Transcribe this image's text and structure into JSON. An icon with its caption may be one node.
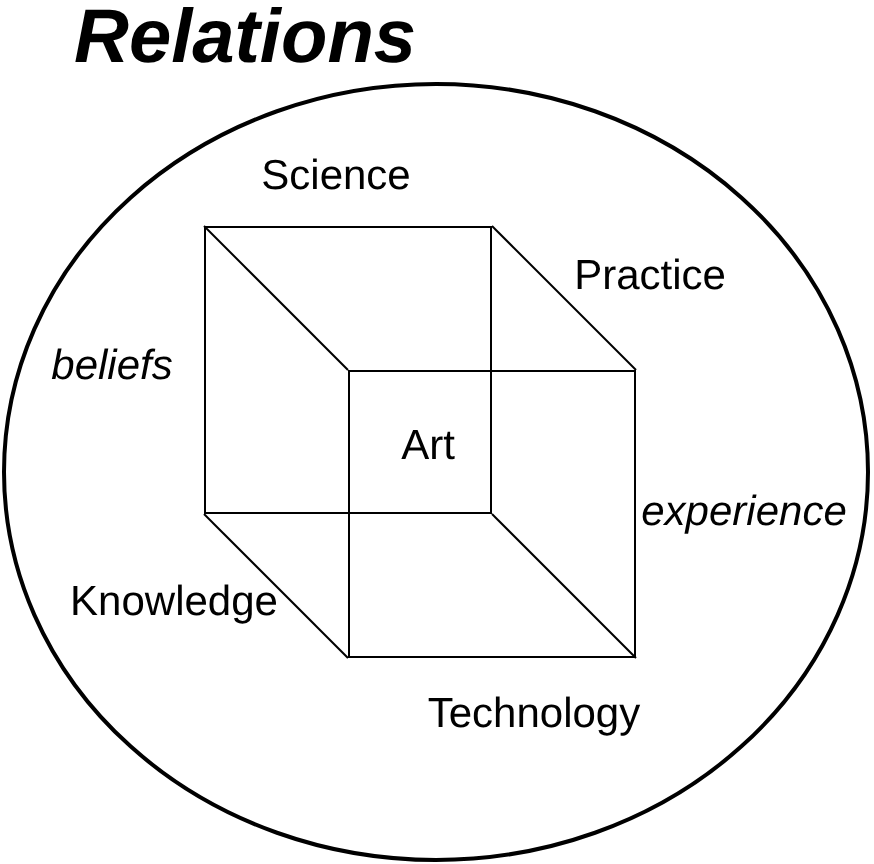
{
  "diagram": {
    "title": "Relations",
    "nodes": [
      {
        "text": [],
        "shape": "box"
      },
      {
        "text": [
          "Art"
        ]
      }
    ],
    "edges": [
      {
        "from": 0,
        "to": 1,
        "arrow": "none"
      },
      {
        "from": 0,
        "to": 1,
        "arrow": "none"
      },
      {
        "from": 0,
        "to": 1,
        "arrow": "none"
      },
      {
        "from": 0,
        "to": 1,
        "arrow": "none"
      }
    ],
    "labels": [
      "Science",
      "Practice",
      "beliefs",
      "experience",
      "Knowledge",
      "Technology"
    ]
  }
}
